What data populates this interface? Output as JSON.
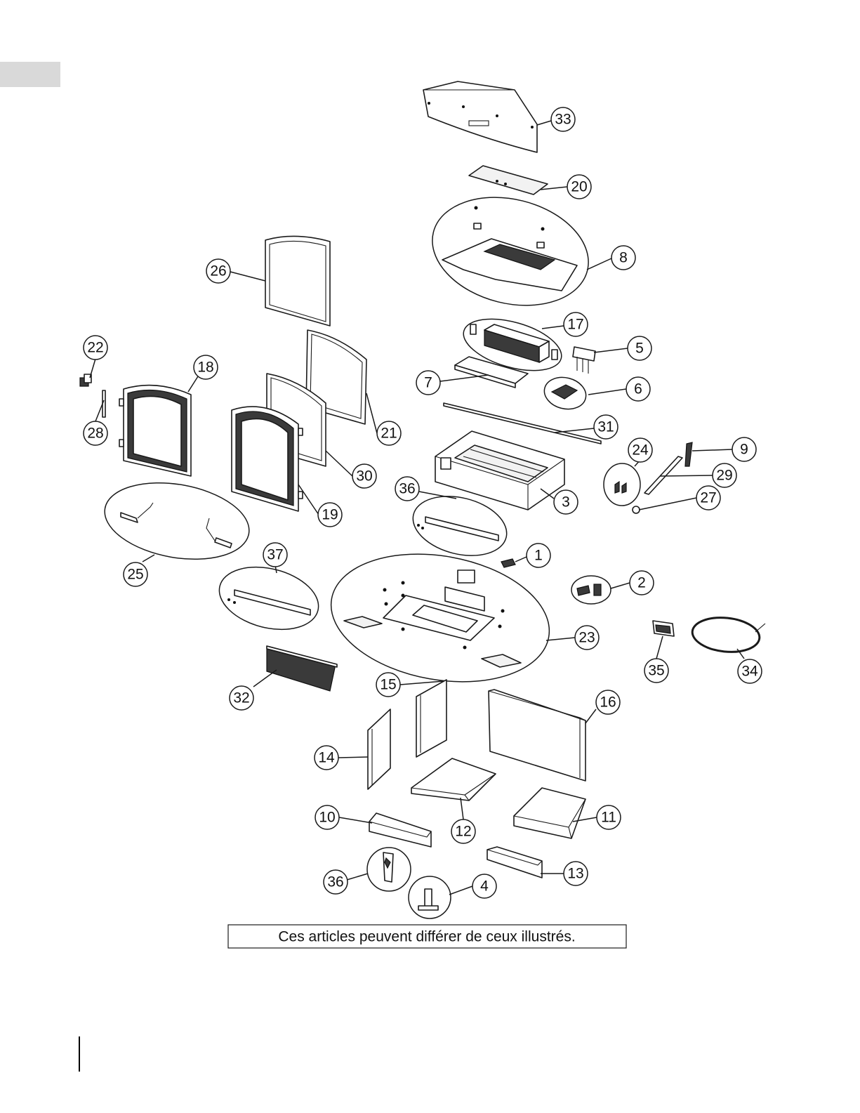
{
  "callouts": [
    {
      "label": "1"
    },
    {
      "label": "2"
    },
    {
      "label": "3"
    },
    {
      "label": "4"
    },
    {
      "label": "5"
    },
    {
      "label": "6"
    },
    {
      "label": "7"
    },
    {
      "label": "8"
    },
    {
      "label": "9"
    },
    {
      "label": "10"
    },
    {
      "label": "11"
    },
    {
      "label": "12"
    },
    {
      "label": "13"
    },
    {
      "label": "14"
    },
    {
      "label": "15"
    },
    {
      "label": "16"
    },
    {
      "label": "17"
    },
    {
      "label": "18"
    },
    {
      "label": "19"
    },
    {
      "label": "20"
    },
    {
      "label": "21"
    },
    {
      "label": "22"
    },
    {
      "label": "23"
    },
    {
      "label": "24"
    },
    {
      "label": "25"
    },
    {
      "label": "26"
    },
    {
      "label": "27"
    },
    {
      "label": "28"
    },
    {
      "label": "29"
    },
    {
      "label": "30"
    },
    {
      "label": "31"
    },
    {
      "label": "32"
    },
    {
      "label": "33"
    },
    {
      "label": "34"
    },
    {
      "label": "35"
    },
    {
      "label": "36"
    },
    {
      "label": "36"
    },
    {
      "label": "37"
    }
  ],
  "note": "Ces articles peuvent différer de ceux illustrés."
}
